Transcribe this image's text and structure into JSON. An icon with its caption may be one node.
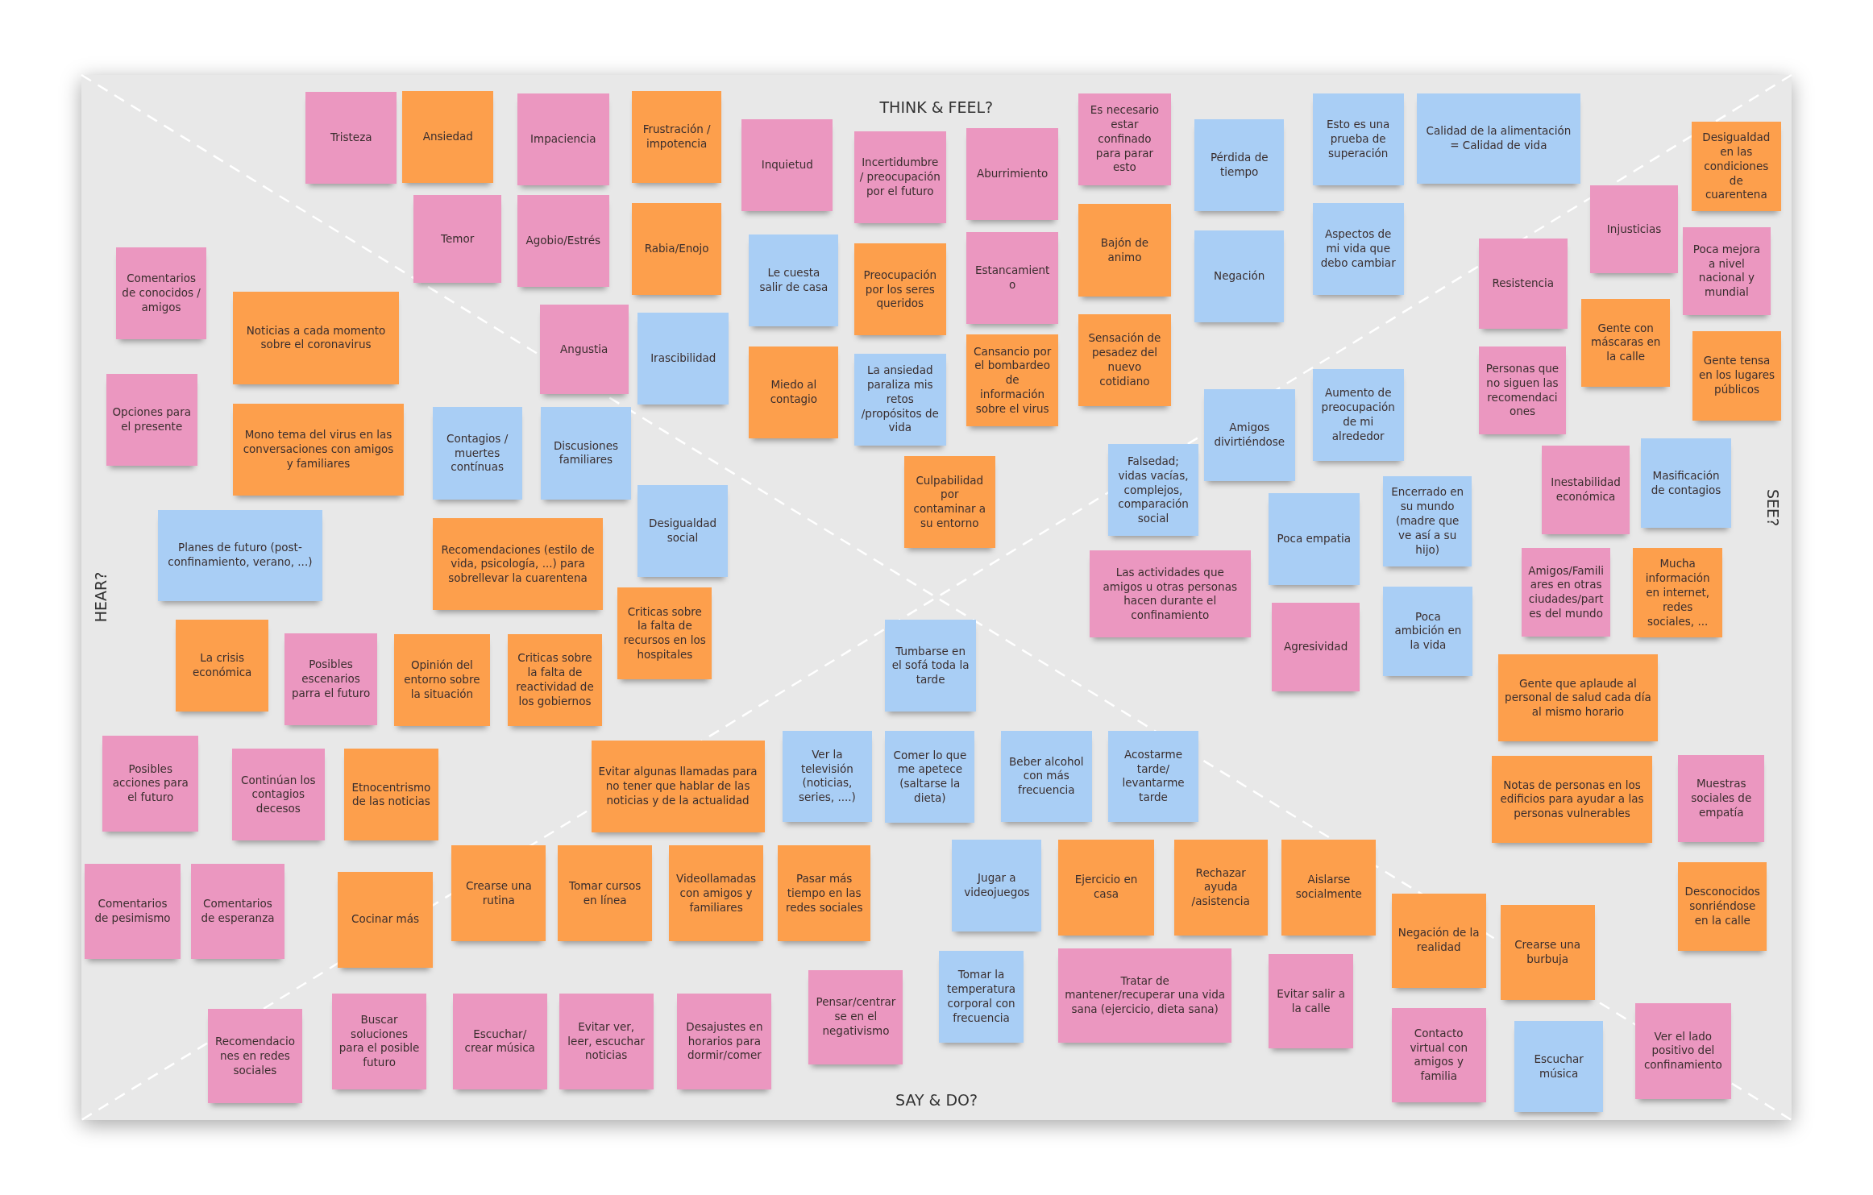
{
  "diagram": {
    "nodes": [
      {
        "text": [
          "Tristeza"
        ]
      },
      {
        "text": [
          "Ansiedad"
        ]
      },
      {
        "text": [
          "Impaciencia"
        ]
      },
      {
        "text": [
          "Frustración / impotencia"
        ]
      },
      {
        "text": [
          "Inquietud"
        ]
      },
      {
        "text": [
          "Incertidumbre / preocupación por el futuro"
        ]
      },
      {
        "text": [
          "Aburrimiento"
        ]
      },
      {
        "text": [
          "Es necesario estar confinado para parar esto"
        ]
      },
      {
        "text": [
          "Pérdida de tiempo"
        ]
      },
      {
        "text": [
          "Esto es una prueba de superación"
        ]
      },
      {
        "text": [
          "Calidad de la alimentación = Calidad de vida"
        ]
      },
      {
        "text": [
          "Desigualdad en las condiciones de cuarentena"
        ]
      },
      {
        "text": [
          "Temor"
        ]
      },
      {
        "text": [
          "Agobio/Estrés"
        ]
      },
      {
        "text": [
          "Rabia/Enojo"
        ]
      },
      {
        "text": [
          "Comentarios de conocidos / amigos"
        ]
      },
      {
        "text": [
          "Le cuesta salir de casa"
        ]
      },
      {
        "text": [
          "Preocupación por los seres queridos"
        ]
      },
      {
        "text": [
          "Estancamiento"
        ]
      },
      {
        "text": [
          "Bajón de animo"
        ]
      },
      {
        "text": [
          "Negación"
        ]
      },
      {
        "text": [
          "Aspectos de mi vida que debo cambiar"
        ]
      },
      {
        "text": [
          "Injusticias"
        ]
      },
      {
        "text": [
          "Resistencia"
        ]
      },
      {
        "text": [
          "Poca mejora a nivel nacional y mundial"
        ]
      },
      {
        "text": [
          "Noticias a cada momento sobre el coronavirus"
        ]
      },
      {
        "text": [
          "Angustia"
        ]
      },
      {
        "text": [
          "Irascibilidad"
        ]
      },
      {
        "text": [
          "Miedo al contagio"
        ]
      },
      {
        "text": [
          "La ansiedad paraliza mis retos /propósitos de vida"
        ]
      },
      {
        "text": [
          "Cansancio por el bombardeo de información sobre el virus"
        ]
      },
      {
        "text": [
          "Sensación de pesadez del nuevo cotidiano"
        ]
      },
      {
        "text": [
          "Gente con máscaras en la calle"
        ]
      },
      {
        "text": [
          "Gente tensa en los lugares públicos"
        ]
      },
      {
        "text": [
          "Personas que no siguen las recomendaciones"
        ]
      },
      {
        "text": [
          "Opciones para el presente"
        ]
      },
      {
        "text": [
          "Mono tema del virus en las conversaciones con amigos y familiares"
        ]
      },
      {
        "text": [
          "Contagios / muertes contínuas"
        ]
      },
      {
        "text": [
          "Discusiones familiares"
        ]
      },
      {
        "text": [
          "Amigos divirtiéndose"
        ]
      },
      {
        "text": [
          "Aumento de preocupación de mi alrededor"
        ]
      },
      {
        "text": [
          "Culpabilidad por contaminar a su entorno"
        ]
      },
      {
        "text": [
          "Falsedad; vidas vacías, complejos, comparación social"
        ]
      },
      {
        "text": [
          "Encerrado en su mundo (madre que ve así a su hijo)"
        ]
      },
      {
        "text": [
          "Inestabilidad económica"
        ]
      },
      {
        "text": [
          "Masificación de contagios"
        ]
      },
      {
        "text": [
          "Desigualdad social"
        ]
      },
      {
        "text": [
          "Poca empatia"
        ]
      },
      {
        "text": [
          "Planes de futuro (post-confinamiento, verano, ...)"
        ]
      },
      {
        "text": [
          "Recomendaciones (estilo de vida, psicología, ...) para sobrellevar la cuarentena"
        ]
      },
      {
        "text": [
          "Las actividades que amigos u otras personas hacen durante el confinamiento"
        ]
      },
      {
        "text": [
          "Amigos/Familiares en otras ciudades/partes del mundo"
        ]
      },
      {
        "text": [
          "Mucha información en internet, redes sociales, ..."
        ]
      },
      {
        "text": [
          "Criticas sobre la falta de recursos en los hospitales"
        ]
      },
      {
        "text": [
          "Agresividad"
        ]
      },
      {
        "text": [
          "Poca ambición en la vida"
        ]
      },
      {
        "text": [
          "La crisis económica"
        ]
      },
      {
        "text": [
          "Posibles escenarios parra el futuro"
        ]
      },
      {
        "text": [
          "Opinión del entorno sobre la situación"
        ]
      },
      {
        "text": [
          "Criticas sobre la falta de reactividad de los gobiernos"
        ]
      },
      {
        "text": [
          "Tumbarse en el sofá toda la tarde"
        ]
      },
      {
        "text": [
          "Gente que aplaude al personal de salud cada día al mismo horario"
        ]
      },
      {
        "text": [
          "Posibles acciones para el futuro"
        ]
      },
      {
        "text": [
          "Continúan los contagios decesos"
        ]
      },
      {
        "text": [
          "Etnocentrismo de las noticias"
        ]
      },
      {
        "text": [
          "Evitar algunas llamadas para no tener que hablar de las noticias y de la actualidad"
        ]
      },
      {
        "text": [
          "Ver la televisión (noticias, series, ....)"
        ]
      },
      {
        "text": [
          "Comer lo que me apetece (saltarse la dieta)"
        ]
      },
      {
        "text": [
          "Beber alcohol con más frecuencia"
        ]
      },
      {
        "text": [
          "Acostarme tarde/ levantarme tarde"
        ]
      },
      {
        "text": [
          "Notas de personas en los edificios para ayudar a las personas vulnerables"
        ]
      },
      {
        "text": [
          "Muestras sociales de empatía"
        ]
      },
      {
        "text": [
          "Comentarios de pesimismo"
        ]
      },
      {
        "text": [
          "Comentarios de esperanza"
        ]
      },
      {
        "text": [
          "Cocinar más"
        ]
      },
      {
        "text": [
          "Crearse una rutina"
        ]
      },
      {
        "text": [
          "Tomar cursos en línea"
        ]
      },
      {
        "text": [
          "Videollamadas con amigos y familiares"
        ]
      },
      {
        "text": [
          "Pasar más tiempo en las redes sociales"
        ]
      },
      {
        "text": [
          "Jugar a videojuegos"
        ]
      },
      {
        "text": [
          "Ejercicio en casa"
        ]
      },
      {
        "text": [
          "Rechazar ayuda /asistencia"
        ]
      },
      {
        "text": [
          "Aislarse socialmente"
        ]
      },
      {
        "text": [
          "Desconocidos sonriéndose en la calle"
        ]
      },
      {
        "text": [
          "Negación de la realidad"
        ]
      },
      {
        "text": [
          "Crearse una burbuja"
        ]
      },
      {
        "text": [
          "Tomar la temperatura corporal con frecuencia"
        ]
      },
      {
        "text": [
          "Tratar de mantener/recuperar una vida sana (ejercicio, dieta sana)"
        ]
      },
      {
        "text": [
          "Evitar salir a la calle"
        ]
      },
      {
        "text": [
          "Pensar/centrarse en el negativismo"
        ]
      },
      {
        "text": [
          "Recomendaciones en redes sociales"
        ]
      },
      {
        "text": [
          "Buscar soluciones para el posible futuro"
        ]
      },
      {
        "text": [
          "Escuchar/ crear música"
        ]
      },
      {
        "text": [
          "Evitar ver, leer, escuchar noticias"
        ]
      },
      {
        "text": [
          "Desajustes en horarios para dormir/comer"
        ]
      },
      {
        "text": [
          "Contacto virtual con amigos y familia"
        ]
      },
      {
        "text": [
          "Escuchar música"
        ]
      },
      {
        "text": [
          "Ver el lado positivo del confinamiento"
        ]
      }
    ],
    "labels": [
      "THINK & FEEL?",
      "HEAR?",
      "SEE?",
      "SAY & DO?"
    ]
  }
}
